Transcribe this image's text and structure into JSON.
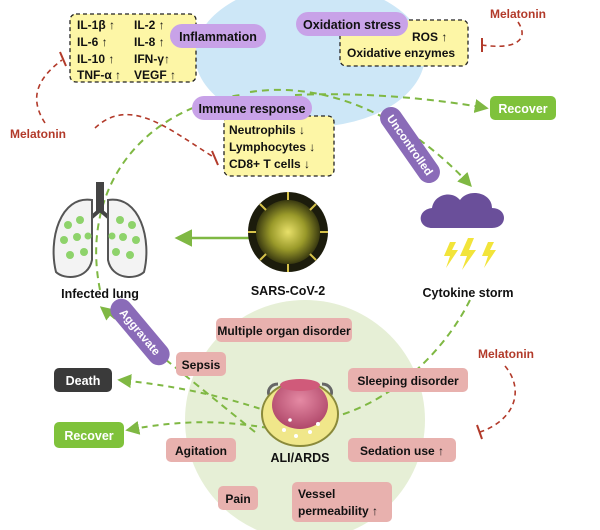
{
  "inflammation": {
    "title": "Inflammation",
    "cytokines": [
      {
        "text": "IL-1β ↑"
      },
      {
        "text": "IL-2 ↑"
      },
      {
        "text": "IL-6 ↑"
      },
      {
        "text": "IL-8 ↑"
      },
      {
        "text": "IL-10 ↑"
      },
      {
        "text": "IFN-γ↑"
      },
      {
        "text": "TNF-α ↑"
      },
      {
        "text": "VEGF ↑"
      }
    ]
  },
  "oxidation": {
    "title": "Oxidation stress",
    "items": [
      {
        "text": "ROS ↑"
      },
      {
        "text": "Oxidative enzymes"
      }
    ]
  },
  "immune": {
    "title": "Immune response",
    "items": [
      {
        "text": "Neutrophils ↓"
      },
      {
        "text": "Lymphocytes ↓"
      },
      {
        "text": "CD8+ T cells ↓"
      }
    ]
  },
  "melatonin": {
    "label": "Melatonin"
  },
  "recover": {
    "label": "Recover"
  },
  "death": {
    "label": "Death"
  },
  "uncontrolled": {
    "label": "Uncontrolled"
  },
  "aggravate": {
    "label": "Aggravate"
  },
  "nodes": {
    "infected_lung": "Infected lung",
    "sars": "SARS-CoV-2",
    "cytokine_storm": "Cytokine storm",
    "ali": "ALI/ARDS"
  },
  "symptoms": {
    "multiple_organ": "Multiple organ disorder",
    "sepsis": "Sepsis",
    "sleeping": "Sleeping disorder",
    "agitation": "Agitation",
    "sedation": "Sedation use ↑",
    "pain": "Pain",
    "vessel": [
      "Vessel",
      "permeability ↑"
    ]
  },
  "colors": {
    "yellow_box": "#fdf6a6",
    "purple": "#c8a2e8",
    "dark_purple": "#8a6bb8",
    "pink": "#e8b1ae",
    "green_button": "#7fc23b",
    "black_button": "#3a3a3a",
    "melatonin_red": "#b23a2a",
    "arrow_green": "#7fb843",
    "blue_circle": "#cde7f7",
    "green_circle": "#e6efd6"
  }
}
